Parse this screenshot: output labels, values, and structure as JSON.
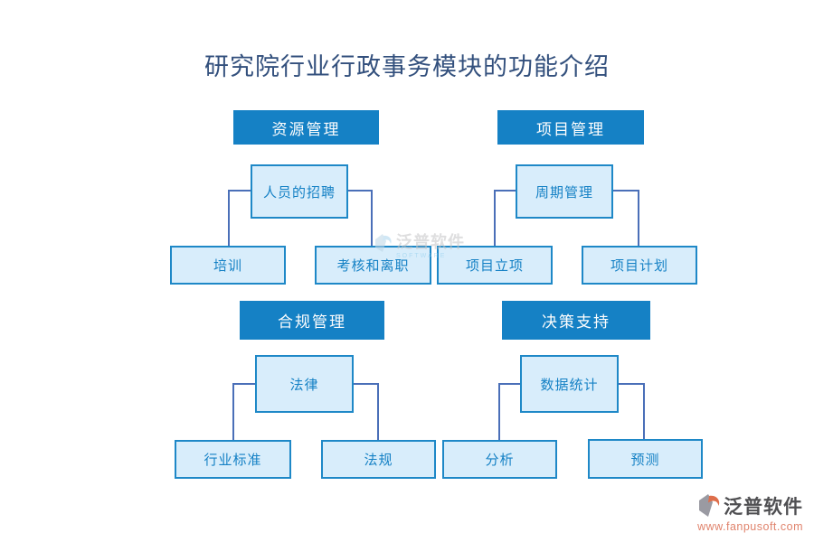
{
  "title": "研究院行业行政事务模块的功能介绍",
  "colors": {
    "header_bg": "#1581c5",
    "node_bg": "#d8edfb",
    "node_border": "#1e88c7",
    "node_text": "#1581c5",
    "connector": "#4a6fb8",
    "title_text": "#33507d",
    "logo_url_text": "#e0836c"
  },
  "sections": [
    {
      "header": "资源管理",
      "parent": "人员的招聘",
      "children": [
        "培训",
        "考核和离职"
      ]
    },
    {
      "header": "项目管理",
      "parent": "周期管理",
      "children": [
        "项目立项",
        "项目计划"
      ]
    },
    {
      "header": "合规管理",
      "parent": "法律",
      "children": [
        "行业标准",
        "法规"
      ]
    },
    {
      "header": "决策支持",
      "parent": "数据统计",
      "children": [
        "分析",
        "预测"
      ]
    }
  ],
  "watermark": {
    "name": "泛普软件",
    "subtext": "SOFTWARE"
  },
  "logo": {
    "name": "泛普软件",
    "url": "www.fanpusoft.com"
  }
}
